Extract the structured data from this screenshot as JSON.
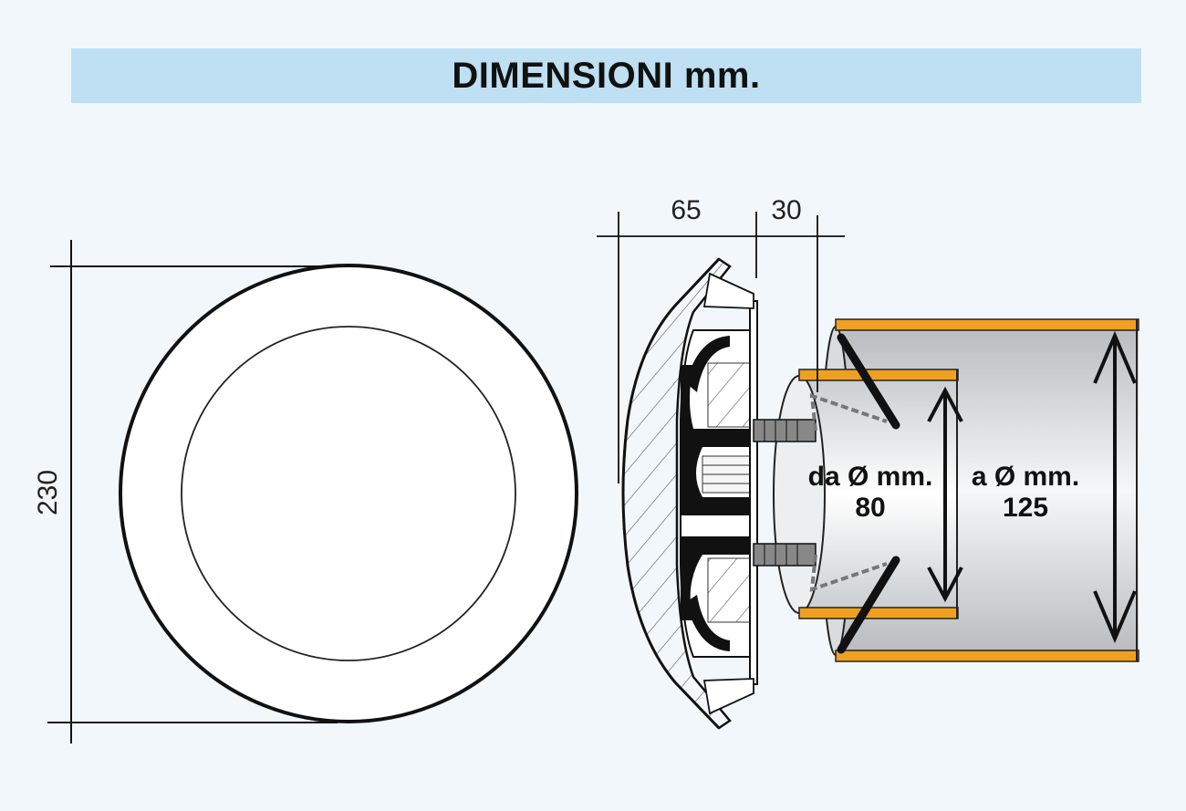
{
  "title": "DIMENSIONI mm.",
  "dimensions": {
    "diameter": "230",
    "depth_front": "65",
    "depth_spigot": "30"
  },
  "labels": {
    "min_line1": "da Ø mm.",
    "min_line2": "80",
    "max_line1": "a Ø mm.",
    "max_line2": "125"
  },
  "colors": {
    "background": "#f2f7fb",
    "title_band": "#bfe0f3",
    "duct_orange": "#f0a020",
    "line": "#111111"
  }
}
